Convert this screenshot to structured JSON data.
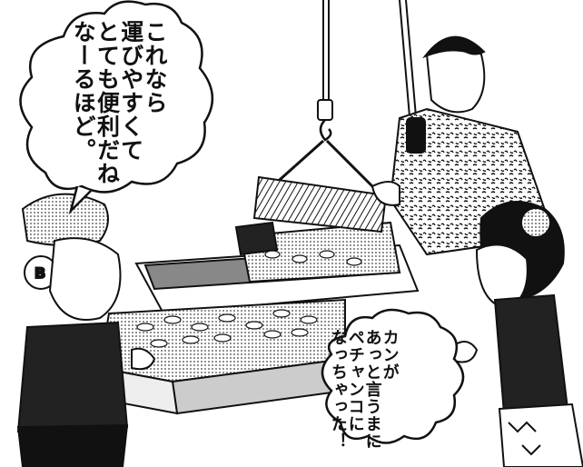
{
  "speech_bubbles": {
    "top_left": {
      "columns": [
        "これなら",
        "運びやすくて",
        "とても便利だね",
        "なーるほど。"
      ]
    },
    "bottom_right": {
      "columns": [
        "カンが",
        "あっと言うまに",
        "ペチャンコに",
        "なっちゃった！"
      ]
    }
  },
  "colors": {
    "ink": "#111111",
    "paper": "#ffffff",
    "screen": "#9a9a9a"
  }
}
